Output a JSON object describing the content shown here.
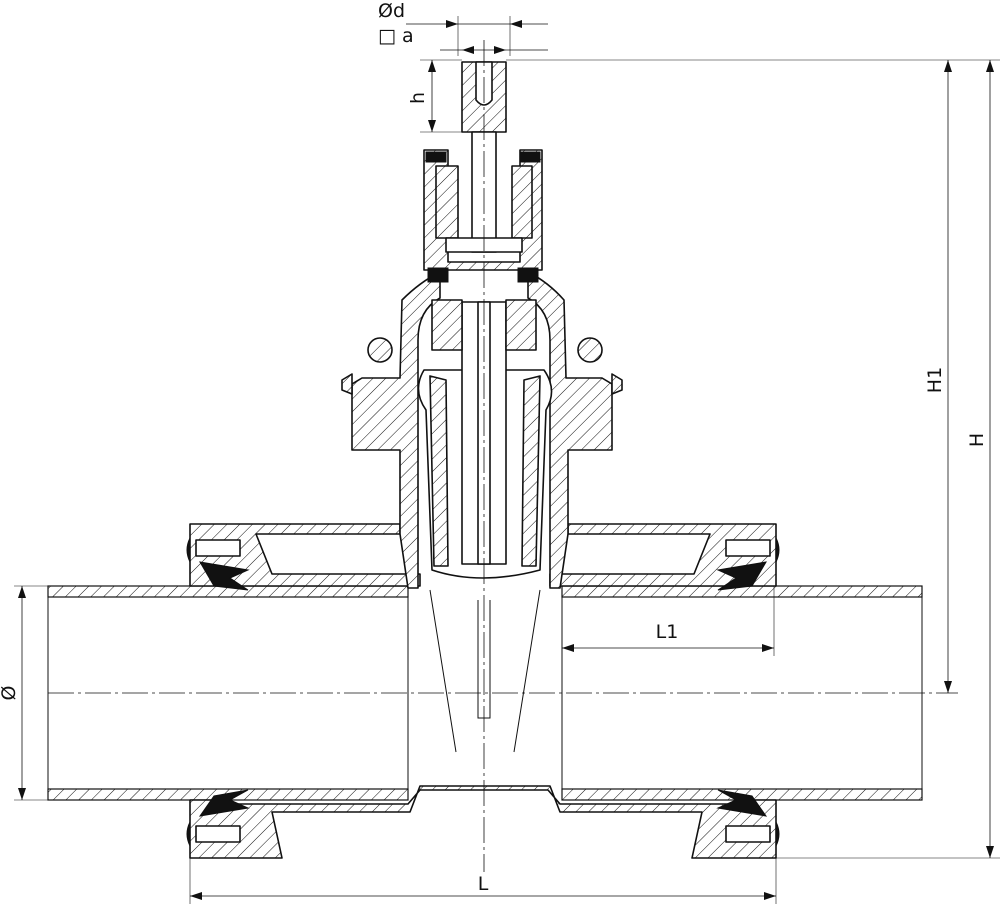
{
  "diagram": {
    "dimension_labels": {
      "stem_diameter": "Ød",
      "square_size": "□ a",
      "square_height": "h",
      "height_to_axis": "H1",
      "overall_height": "H",
      "pipe_diameter": "Ø",
      "insertion_length": "L1",
      "overall_length": "L"
    }
  }
}
